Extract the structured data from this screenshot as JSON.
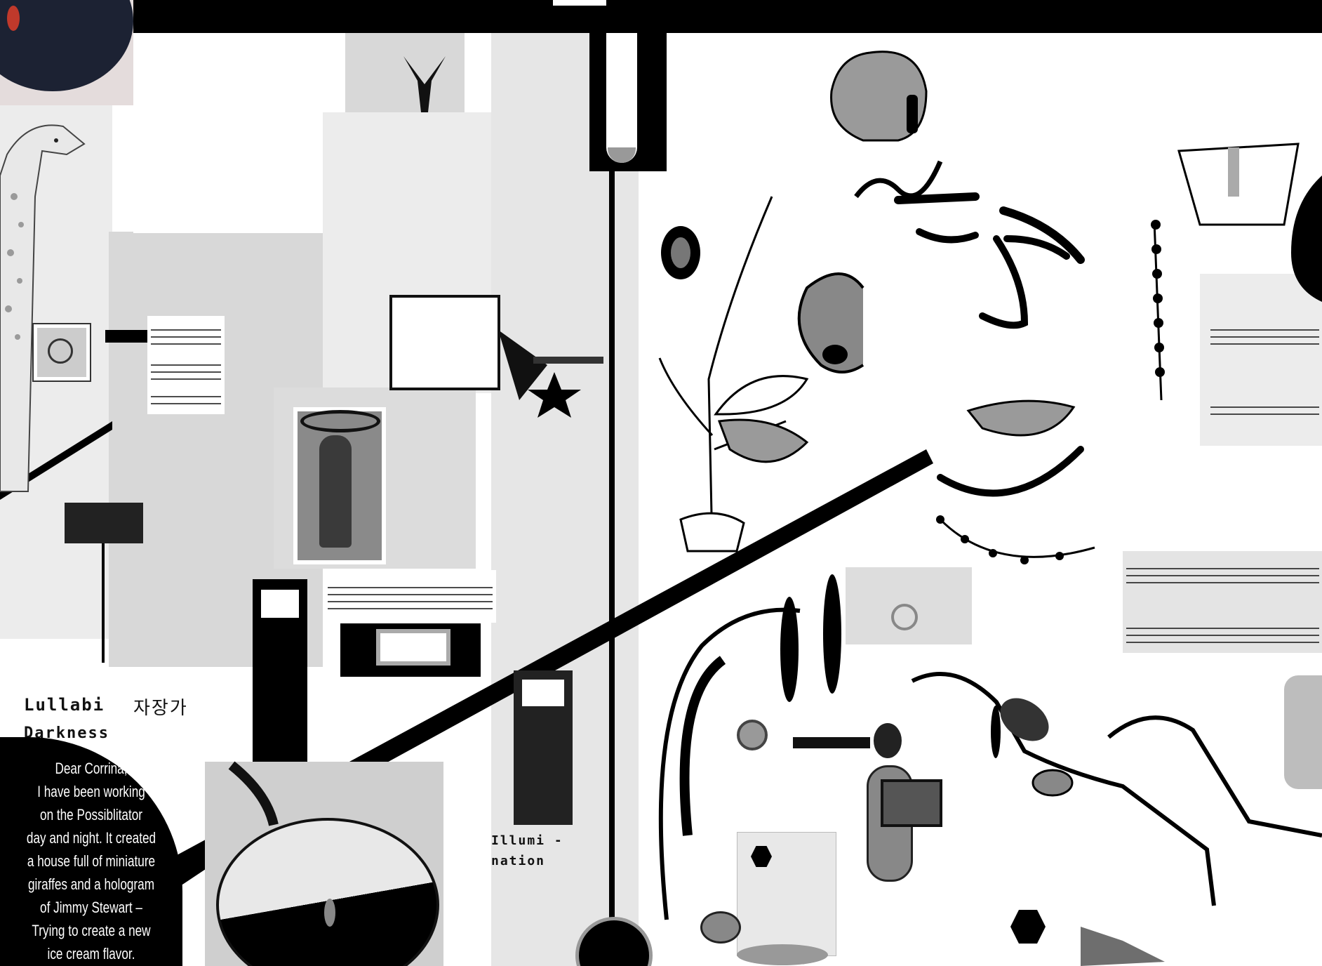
{
  "letter": {
    "lines": [
      "Dear Corrina,",
      "I have been working",
      "on the Possiblitator",
      "day and night. It created",
      "a house full of miniature",
      "giraffes and a hologram",
      "of Jimmy Stewart –",
      "Trying to create a new",
      "ice cream flavor."
    ]
  },
  "handwriting": {
    "lullabi": "Lullabi",
    "korean": "자장가",
    "darkness": "Darkness",
    "illumi": "Illumi -",
    "nation": "nation"
  },
  "colors": {
    "ink": "#000000",
    "paper": "#ffffff",
    "mid_grey": "#9a9a9a",
    "light_grey": "#d8d8d8",
    "accent_red": "#c0392b"
  }
}
